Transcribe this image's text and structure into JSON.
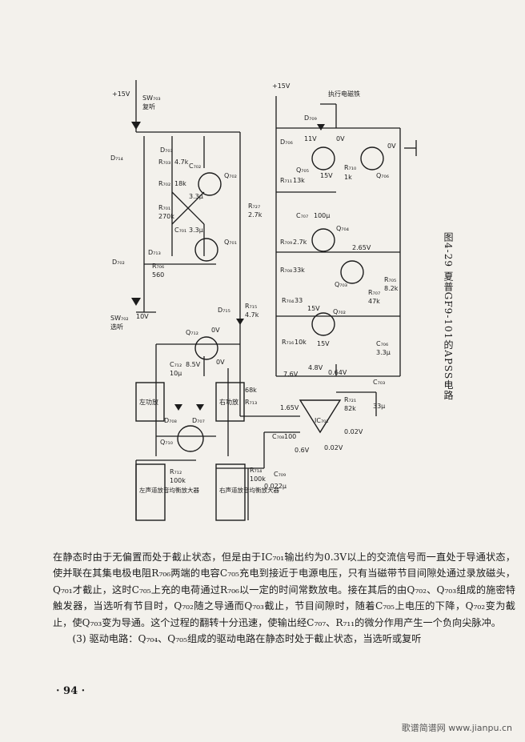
{
  "figure": {
    "caption": "图4-29  夏普GF9-101的APSS电路",
    "labels": {
      "v15_left": "+15V",
      "v15_right": "+15V",
      "sw_play": "SW₇₀₃",
      "sw_play_name": "复听",
      "sw_sel": "SW₇₀₂",
      "sw_sel_name": "选听",
      "d_top": "D₇₁₄",
      "d_top2": "D₇₀₃",
      "d_mid": "D₇₀₂",
      "d_mid2": "D₇₁₃",
      "r703": "R₇₀₃",
      "r703_val": "4.7k",
      "r702": "R₇₀₂",
      "r702_val": "18k",
      "r701": "R₇₀₁",
      "r701_val": "270k",
      "c702": "C₇₀₂",
      "c702_val": "3.3μ",
      "c701": "C₇₀₁",
      "c701_val": "3.3μ",
      "r706": "R₇₀₆",
      "r706_val": "560",
      "q702": "Q₇₀₂",
      "q701": "Q₇₀₁",
      "r727": "R₇₂₇",
      "r727_val": "2.7k",
      "v10": "10V",
      "q712": "Q₇₁₂",
      "q712_v": "0V",
      "q712_v2": "0V",
      "d715": "D₇₁₅",
      "r715": "R₇₁₅",
      "r715_val": "4.7k",
      "c712": "C₇₁₂",
      "c712_val": "10μ",
      "c712_v": "8.5V",
      "left_amp": "左功放",
      "right_amp": "右功放",
      "d708": "D₇₀₈",
      "d707": "D₇₀₇",
      "q710": "Q₇₁₀",
      "r712": "R₇₁₂",
      "r712_val": "100k",
      "r714": "R₇₁₄",
      "r714_val": "100k",
      "r713": "R₇₁₃",
      "r713_val": "68k",
      "left_eq": "左声道放音均衡放大器",
      "right_eq": "右声道放音均衡放大器",
      "c708": "C₇₀₈",
      "c708_val": "100",
      "c709": "C₇₀₉",
      "c709_val": "0.022μ",
      "relay_label": "执行电磁铁",
      "d709": "D₇₀₉",
      "d706": "D₇₀₆",
      "q705": "Q₇₀₅",
      "q706": "Q₇₀₆",
      "v11": "11V",
      "v0": "0V",
      "v15": "15V",
      "v0b": "0V",
      "r711": "R₇₁₁",
      "r711_val": "13k",
      "r710": "R₇₁₀",
      "r710_val": "1k",
      "c707": "C₇₀₇",
      "c707_val": "100μ",
      "r709": "R₇₀₉",
      "r709_val": "2.7k",
      "q704": "Q₇₀₄",
      "v265": "2.65V",
      "r708": "R₇₀₈",
      "r708_val": "33k",
      "q703": "Q₇₀₃",
      "r707": "R₇₀₇",
      "r707_val": "47k",
      "r705": "R₇₀₅",
      "r705_val": "8.2k",
      "r704": "R₇₀₄",
      "r704_val": "33",
      "q702b": "Q₇₀₂",
      "v15b": "15V",
      "r716": "R₇₁₆",
      "r716_val": "10k",
      "c706": "C₇₀₆",
      "c706_val": "3.3μ",
      "v15c": "15V",
      "v76": "7.6V",
      "v48": "4.8V",
      "v064": "0.64V",
      "c703": "C₇₀₃",
      "c703_val": "33μ",
      "r721": "R₇₂₁",
      "r721_val": "82k",
      "ic": "IC₇₀₁",
      "v165": "1.65V",
      "v06": "0.6V",
      "v002": "0.02V",
      "v002b": "0.02V"
    }
  },
  "paragraphs": [
    {
      "text": "在静态时由于无偏置而处于截止状态，但是由于IC₇₀₁输出约为0.3V以上的交流信号而一直处于导通状态，使并联在其集电极电阻R₇₀₆两端的电容C₇₀₅充电到接近于电源电压，只有当磁带节目间隙处通过录放磁头，Q₇₀₁才截止，这时C₇₀₅上充的电荷通过R₇₀₆以一定的时间常数放电。接在其后的由Q₇₀₂、Q₇₀₃组成的施密特触发器，当选听有节目时，Q₇₀₂随之导通而Q₇₀₃截止，节目间隙时，随着C₇₀₅上电压的下降，Q₇₀₂变为截止，使Q₇₀₃变为导通。这个过程的翻转十分迅速，使输出经C₇₀₇、R₇₁₁的微分作用产生一个负向尖脉冲。",
      "indent": false
    },
    {
      "text": "(3) 驱动电路：Q₇₀₄、Q₇₀₅组成的驱动电路在静态时处于截止状态，当选听或复听",
      "indent": true
    }
  ],
  "page_number": "· 94 ·",
  "watermark": "歌谱简谱网 www.jianpu.cn"
}
